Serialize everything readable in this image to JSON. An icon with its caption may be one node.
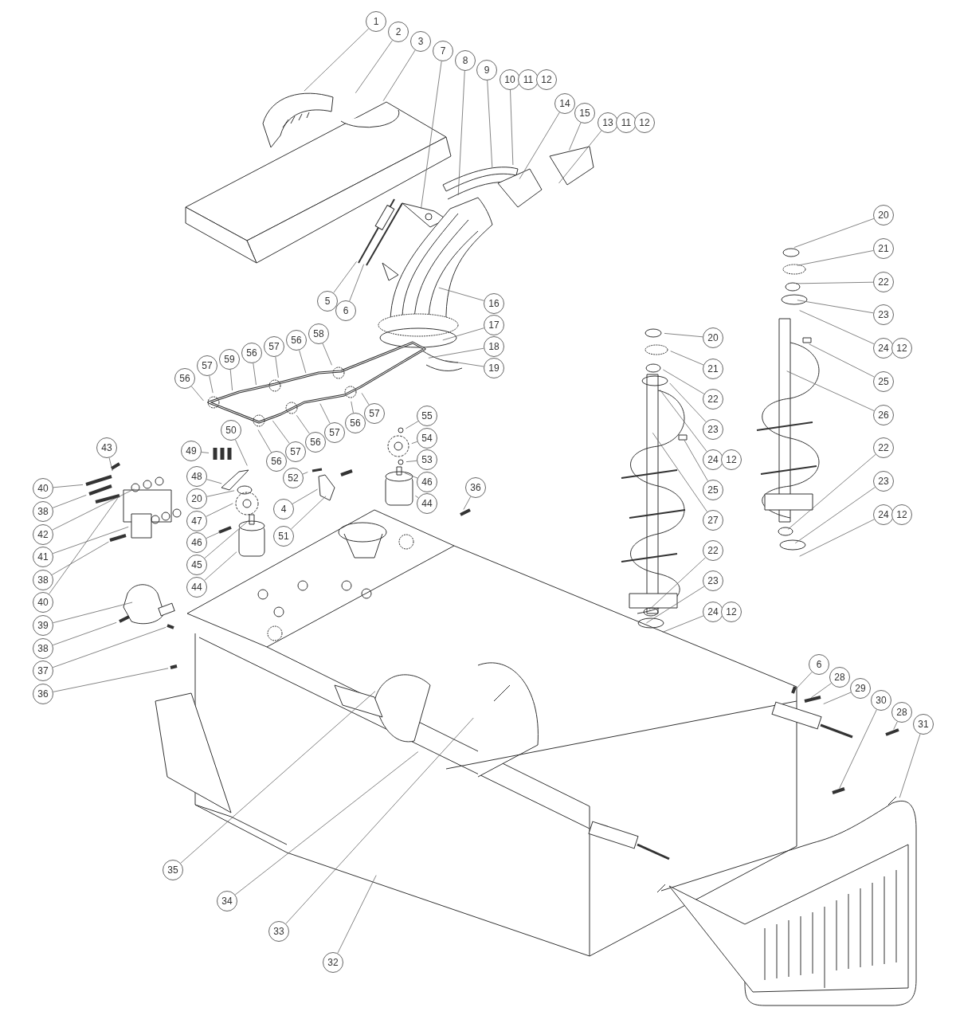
{
  "diagram": {
    "nodes": [
      {
        "text": [
          "1"
        ]
      },
      {
        "text": [
          "2"
        ]
      },
      {
        "text": [
          "3"
        ]
      },
      {
        "text": [
          "7"
        ]
      },
      {
        "text": [
          "8"
        ]
      },
      {
        "text": [
          "9"
        ]
      },
      {
        "text": [
          "10"
        ]
      },
      {
        "text": [
          "11"
        ]
      },
      {
        "text": [
          "12"
        ]
      },
      {
        "text": [
          "14"
        ]
      },
      {
        "text": [
          "15"
        ]
      },
      {
        "text": [
          "13"
        ]
      },
      {
        "text": [
          "11"
        ]
      },
      {
        "text": [
          "12"
        ]
      },
      {
        "text": [
          "20"
        ]
      },
      {
        "text": [
          "21"
        ]
      },
      {
        "text": [
          "22"
        ]
      },
      {
        "text": [
          "23"
        ]
      },
      {
        "text": [
          "24"
        ]
      },
      {
        "text": [
          "12"
        ]
      },
      {
        "text": [
          "5"
        ]
      },
      {
        "text": [
          "6"
        ]
      },
      {
        "text": [
          "16"
        ]
      },
      {
        "text": [
          "17"
        ]
      },
      {
        "text": [
          "18"
        ]
      },
      {
        "text": [
          "19"
        ]
      },
      {
        "text": [
          "20"
        ]
      },
      {
        "text": [
          "25"
        ]
      },
      {
        "text": [
          "58"
        ]
      },
      {
        "text": [
          "56"
        ]
      },
      {
        "text": [
          "57"
        ]
      },
      {
        "text": [
          "56"
        ]
      },
      {
        "text": [
          "59"
        ]
      },
      {
        "text": [
          "21"
        ]
      },
      {
        "text": [
          "57"
        ]
      },
      {
        "text": [
          "56"
        ]
      },
      {
        "text": [
          "22"
        ]
      },
      {
        "text": [
          "26"
        ]
      },
      {
        "text": [
          "57"
        ]
      },
      {
        "text": [
          "55"
        ]
      },
      {
        "text": [
          "23"
        ]
      },
      {
        "text": [
          "56"
        ]
      },
      {
        "text": [
          "57"
        ]
      },
      {
        "text": [
          "54"
        ]
      },
      {
        "text": [
          "50"
        ]
      },
      {
        "text": [
          "56"
        ]
      },
      {
        "text": [
          "43"
        ]
      },
      {
        "text": [
          "22"
        ]
      },
      {
        "text": [
          "57"
        ]
      },
      {
        "text": [
          "49"
        ]
      },
      {
        "text": [
          "24"
        ]
      },
      {
        "text": [
          "12"
        ]
      },
      {
        "text": [
          "53"
        ]
      },
      {
        "text": [
          "56"
        ]
      },
      {
        "text": [
          "48"
        ]
      },
      {
        "text": [
          "23"
        ]
      },
      {
        "text": [
          "52"
        ]
      },
      {
        "text": [
          "46"
        ]
      },
      {
        "text": [
          "36"
        ]
      },
      {
        "text": [
          "40"
        ]
      },
      {
        "text": [
          "25"
        ]
      },
      {
        "text": [
          "20"
        ]
      },
      {
        "text": [
          "44"
        ]
      },
      {
        "text": [
          "4"
        ]
      },
      {
        "text": [
          "38"
        ]
      },
      {
        "text": [
          "24"
        ]
      },
      {
        "text": [
          "12"
        ]
      },
      {
        "text": [
          "27"
        ]
      },
      {
        "text": [
          "47"
        ]
      },
      {
        "text": [
          "51"
        ]
      },
      {
        "text": [
          "42"
        ]
      },
      {
        "text": [
          "46"
        ]
      },
      {
        "text": [
          "22"
        ]
      },
      {
        "text": [
          "41"
        ]
      },
      {
        "text": [
          "45"
        ]
      },
      {
        "text": [
          "38"
        ]
      },
      {
        "text": [
          "23"
        ]
      },
      {
        "text": [
          "44"
        ]
      },
      {
        "text": [
          "40"
        ]
      },
      {
        "text": [
          "24"
        ]
      },
      {
        "text": [
          "12"
        ]
      },
      {
        "text": [
          "39"
        ]
      },
      {
        "text": [
          "38"
        ]
      },
      {
        "text": [
          "6"
        ]
      },
      {
        "text": [
          "37"
        ]
      },
      {
        "text": [
          "28"
        ]
      },
      {
        "text": [
          "29"
        ]
      },
      {
        "text": [
          "36"
        ]
      },
      {
        "text": [
          "30"
        ]
      },
      {
        "text": [
          "28"
        ]
      },
      {
        "text": [
          "31"
        ]
      },
      {
        "text": [
          "35"
        ]
      },
      {
        "text": [
          "34"
        ]
      },
      {
        "text": [
          "33"
        ]
      },
      {
        "text": [
          "32"
        ]
      }
    ],
    "edges": [
      {
        "from": 0,
        "to": null,
        "arrow": "none"
      },
      {
        "from": 1,
        "to": null,
        "arrow": "none"
      },
      {
        "from": 2,
        "to": null,
        "arrow": "none"
      },
      {
        "from": 3,
        "to": null,
        "arrow": "none"
      },
      {
        "from": 4,
        "to": null,
        "arrow": "none"
      },
      {
        "from": 5,
        "to": null,
        "arrow": "none"
      },
      {
        "from": 6,
        "to": null,
        "arrow": "none"
      },
      {
        "from": 9,
        "to": null,
        "arrow": "none"
      },
      {
        "from": 10,
        "to": null,
        "arrow": "none"
      },
      {
        "from": 11,
        "to": null,
        "arrow": "none"
      },
      {
        "from": 14,
        "to": null,
        "arrow": "none"
      },
      {
        "from": 15,
        "to": null,
        "arrow": "none"
      },
      {
        "from": 16,
        "to": null,
        "arrow": "none"
      },
      {
        "from": 17,
        "to": null,
        "arrow": "none"
      },
      {
        "from": 18,
        "to": null,
        "arrow": "none"
      },
      {
        "from": 20,
        "to": null,
        "arrow": "none"
      },
      {
        "from": 21,
        "to": null,
        "arrow": "none"
      },
      {
        "from": 22,
        "to": null,
        "arrow": "none"
      },
      {
        "from": 23,
        "to": null,
        "arrow": "none"
      },
      {
        "from": 24,
        "to": null,
        "arrow": "none"
      },
      {
        "from": 25,
        "to": null,
        "arrow": "none"
      },
      {
        "from": 26,
        "to": null,
        "arrow": "none"
      },
      {
        "from": 27,
        "to": null,
        "arrow": "none"
      },
      {
        "from": 28,
        "to": null,
        "arrow": "none"
      },
      {
        "from": 29,
        "to": null,
        "arrow": "none"
      },
      {
        "from": 30,
        "to": null,
        "arrow": "none"
      },
      {
        "from": 31,
        "to": null,
        "arrow": "none"
      },
      {
        "from": 32,
        "to": null,
        "arrow": "none"
      },
      {
        "from": 33,
        "to": null,
        "arrow": "none"
      },
      {
        "from": 34,
        "to": null,
        "arrow": "none"
      },
      {
        "from": 35,
        "to": null,
        "arrow": "none"
      },
      {
        "from": 36,
        "to": null,
        "arrow": "none"
      },
      {
        "from": 37,
        "to": null,
        "arrow": "none"
      },
      {
        "from": 38,
        "to": null,
        "arrow": "none"
      },
      {
        "from": 39,
        "to": null,
        "arrow": "none"
      },
      {
        "from": 40,
        "to": null,
        "arrow": "none"
      },
      {
        "from": 41,
        "to": null,
        "arrow": "none"
      },
      {
        "from": 42,
        "to": null,
        "arrow": "none"
      },
      {
        "from": 43,
        "to": null,
        "arrow": "none"
      },
      {
        "from": 44,
        "to": null,
        "arrow": "none"
      },
      {
        "from": 45,
        "to": null,
        "arrow": "none"
      },
      {
        "from": 46,
        "to": null,
        "arrow": "none"
      },
      {
        "from": 47,
        "to": null,
        "arrow": "none"
      },
      {
        "from": 48,
        "to": null,
        "arrow": "none"
      },
      {
        "from": 49,
        "to": null,
        "arrow": "none"
      },
      {
        "from": 50,
        "to": null,
        "arrow": "none"
      },
      {
        "from": 52,
        "to": null,
        "arrow": "none"
      },
      {
        "from": 53,
        "to": null,
        "arrow": "none"
      },
      {
        "from": 54,
        "to": null,
        "arrow": "none"
      },
      {
        "from": 55,
        "to": null,
        "arrow": "none"
      },
      {
        "from": 56,
        "to": null,
        "arrow": "none"
      },
      {
        "from": 57,
        "to": null,
        "arrow": "none"
      },
      {
        "from": 58,
        "to": null,
        "arrow": "none"
      },
      {
        "from": 59,
        "to": null,
        "arrow": "none"
      },
      {
        "from": 60,
        "to": null,
        "arrow": "none"
      },
      {
        "from": 61,
        "to": null,
        "arrow": "none"
      },
      {
        "from": 62,
        "to": null,
        "arrow": "none"
      },
      {
        "from": 63,
        "to": null,
        "arrow": "none"
      },
      {
        "from": 64,
        "to": null,
        "arrow": "none"
      },
      {
        "from": 65,
        "to": null,
        "arrow": "none"
      },
      {
        "from": 67,
        "to": null,
        "arrow": "none"
      },
      {
        "from": 68,
        "to": null,
        "arrow": "none"
      },
      {
        "from": 69,
        "to": null,
        "arrow": "none"
      },
      {
        "from": 70,
        "to": null,
        "arrow": "none"
      },
      {
        "from": 71,
        "to": null,
        "arrow": "none"
      },
      {
        "from": 72,
        "to": null,
        "arrow": "none"
      },
      {
        "from": 73,
        "to": null,
        "arrow": "none"
      },
      {
        "from": 74,
        "to": null,
        "arrow": "none"
      },
      {
        "from": 75,
        "to": null,
        "arrow": "none"
      },
      {
        "from": 76,
        "to": null,
        "arrow": "none"
      },
      {
        "from": 77,
        "to": null,
        "arrow": "none"
      },
      {
        "from": 78,
        "to": null,
        "arrow": "none"
      },
      {
        "from": 79,
        "to": null,
        "arrow": "none"
      },
      {
        "from": 81,
        "to": null,
        "arrow": "none"
      },
      {
        "from": 82,
        "to": null,
        "arrow": "none"
      },
      {
        "from": 83,
        "to": null,
        "arrow": "none"
      },
      {
        "from": 84,
        "to": null,
        "arrow": "none"
      },
      {
        "from": 85,
        "to": null,
        "arrow": "none"
      },
      {
        "from": 86,
        "to": null,
        "arrow": "none"
      },
      {
        "from": 87,
        "to": null,
        "arrow": "none"
      },
      {
        "from": 88,
        "to": null,
        "arrow": "none"
      },
      {
        "from": 89,
        "to": null,
        "arrow": "none"
      },
      {
        "from": 90,
        "to": null,
        "arrow": "none"
      },
      {
        "from": 91,
        "to": null,
        "arrow": "none"
      },
      {
        "from": 92,
        "to": null,
        "arrow": "none"
      },
      {
        "from": 93,
        "to": null,
        "arrow": "none"
      },
      {
        "from": 94,
        "to": null,
        "arrow": "none"
      }
    ]
  }
}
